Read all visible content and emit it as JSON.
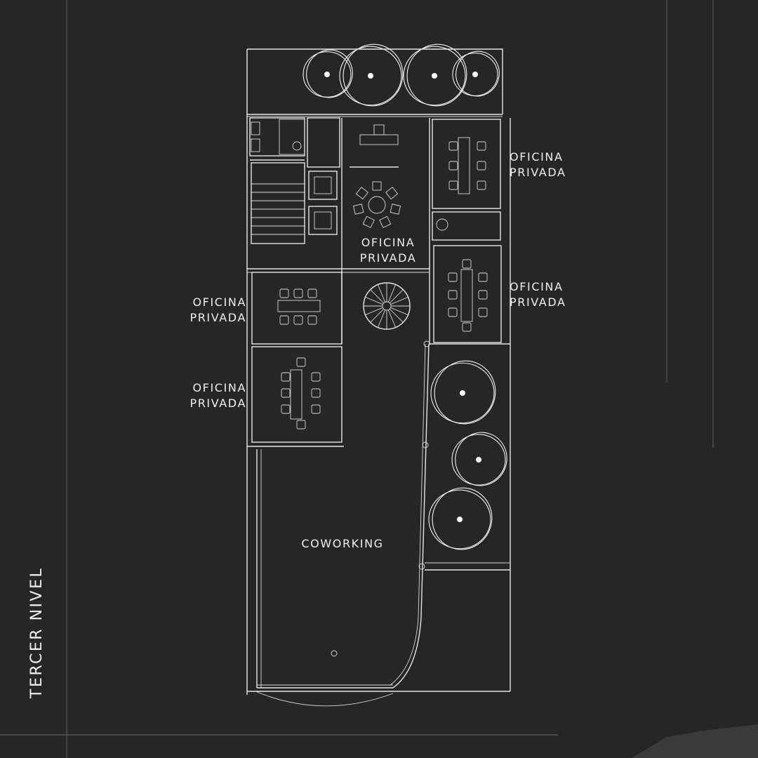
{
  "title": "TERCER NIVEL",
  "rooms": {
    "private_office_top_right": [
      "OFICINA",
      "PRIVADA"
    ],
    "private_office_center": [
      "OFICINA",
      "PRIVADA"
    ],
    "private_office_mid_left": [
      "OFICINA",
      "PRIVADA"
    ],
    "private_office_mid_right": [
      "OFICINA",
      "PRIVADA"
    ],
    "private_office_lower_left": [
      "OFICINA",
      "PRIVADA"
    ],
    "coworking": "COWORKING"
  },
  "colors": {
    "background": "#262626",
    "lines": "#e6e6e6",
    "frame_lines": "#6a6a6a"
  }
}
